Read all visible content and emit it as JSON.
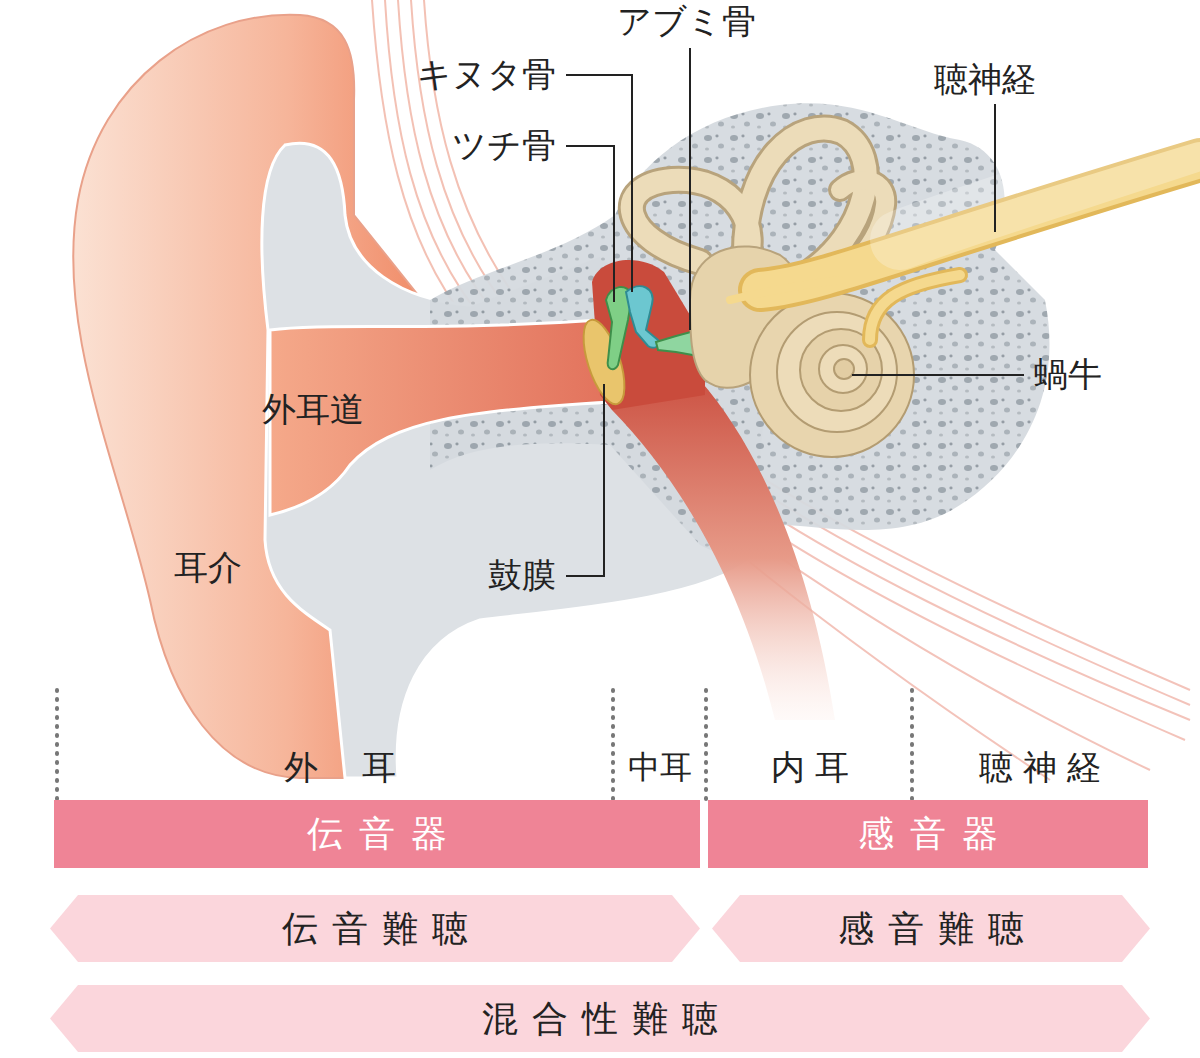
{
  "diagram": {
    "nodes": [
      {
        "text": [
          "伝音器"
        ]
      },
      {
        "text": [
          "感音器"
        ]
      },
      {
        "text": [
          "伝音難聴"
        ]
      },
      {
        "text": [
          "感音難聴"
        ]
      },
      {
        "text": [
          "混合性難聴"
        ]
      }
    ],
    "labels": [
      "キヌタ骨",
      "ツチ骨",
      "アブミ骨",
      "聴神経",
      "外耳道",
      "蝸牛",
      "耳介",
      "鼓膜",
      "外耳",
      "中耳",
      "内耳",
      "聴神経"
    ]
  }
}
